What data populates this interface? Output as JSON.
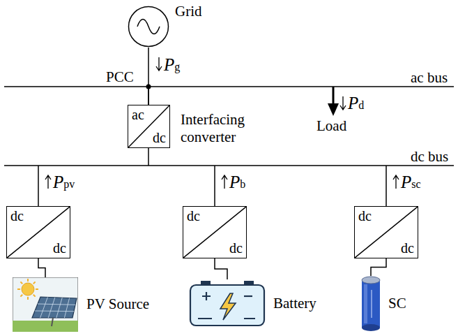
{
  "diagram": {
    "nodes": [
      {
        "text": [
          "Grid"
        ]
      },
      {
        "text": [
          "ac",
          "dc",
          "Interfacing converter"
        ]
      },
      {
        "text": [
          "dc",
          "dc"
        ]
      },
      {
        "text": [
          "PV Source"
        ]
      },
      {
        "text": [
          "dc",
          "dc"
        ]
      },
      {
        "text": [
          "Battery"
        ]
      },
      {
        "text": [
          "dc",
          "dc"
        ]
      },
      {
        "text": [
          "SC"
        ]
      }
    ],
    "edges": [
      {
        "from": 0,
        "to": 1,
        "arrow": "none"
      },
      {
        "from": 2,
        "to": 3,
        "arrow": "none"
      },
      {
        "from": 4,
        "to": 5,
        "arrow": "none"
      },
      {
        "from": 6,
        "to": 7,
        "arrow": "none"
      }
    ],
    "labels": [
      "Pg",
      "PCC",
      "ac bus",
      "Pd",
      "Load",
      "dc bus",
      "Ppv",
      "Pb",
      "Psc"
    ]
  }
}
